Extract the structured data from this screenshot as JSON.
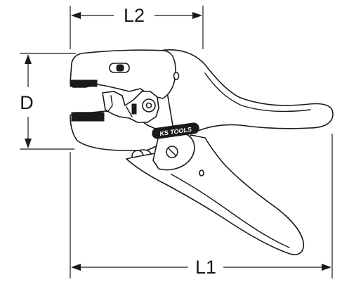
{
  "dimensions": {
    "length_label": "L1",
    "jaw_length_label": "L2",
    "opening_label": "D"
  },
  "product": {
    "brand_logo_text": "KS TOOLS",
    "brand_color": "#1a1a1a",
    "line_color": "#1a1a1a",
    "background_color": "#ffffff"
  }
}
